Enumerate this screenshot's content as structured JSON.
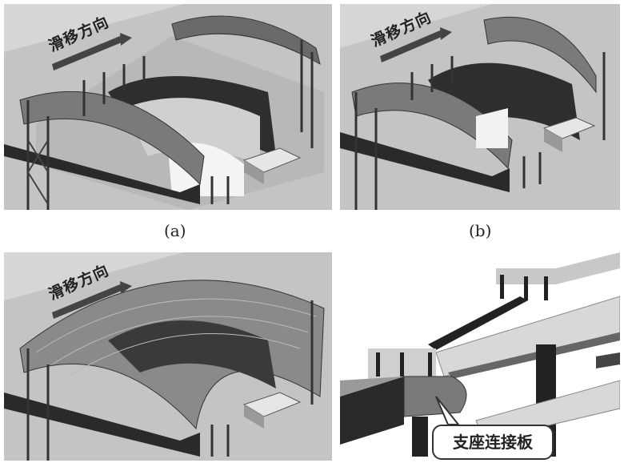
{
  "figure": {
    "panels": [
      {
        "id": "a",
        "caption": "(a)",
        "arrow_text": "滑移方向"
      },
      {
        "id": "b",
        "caption": "(b)",
        "arrow_text": "滑移方向"
      },
      {
        "id": "c",
        "arrow_text": "滑移方向"
      },
      {
        "id": "d",
        "callout": "支座连接板"
      }
    ],
    "colors": {
      "background": "#c8c8c8",
      "dark": "#2a2a2a",
      "mid": "#8a8a8a"
    }
  }
}
